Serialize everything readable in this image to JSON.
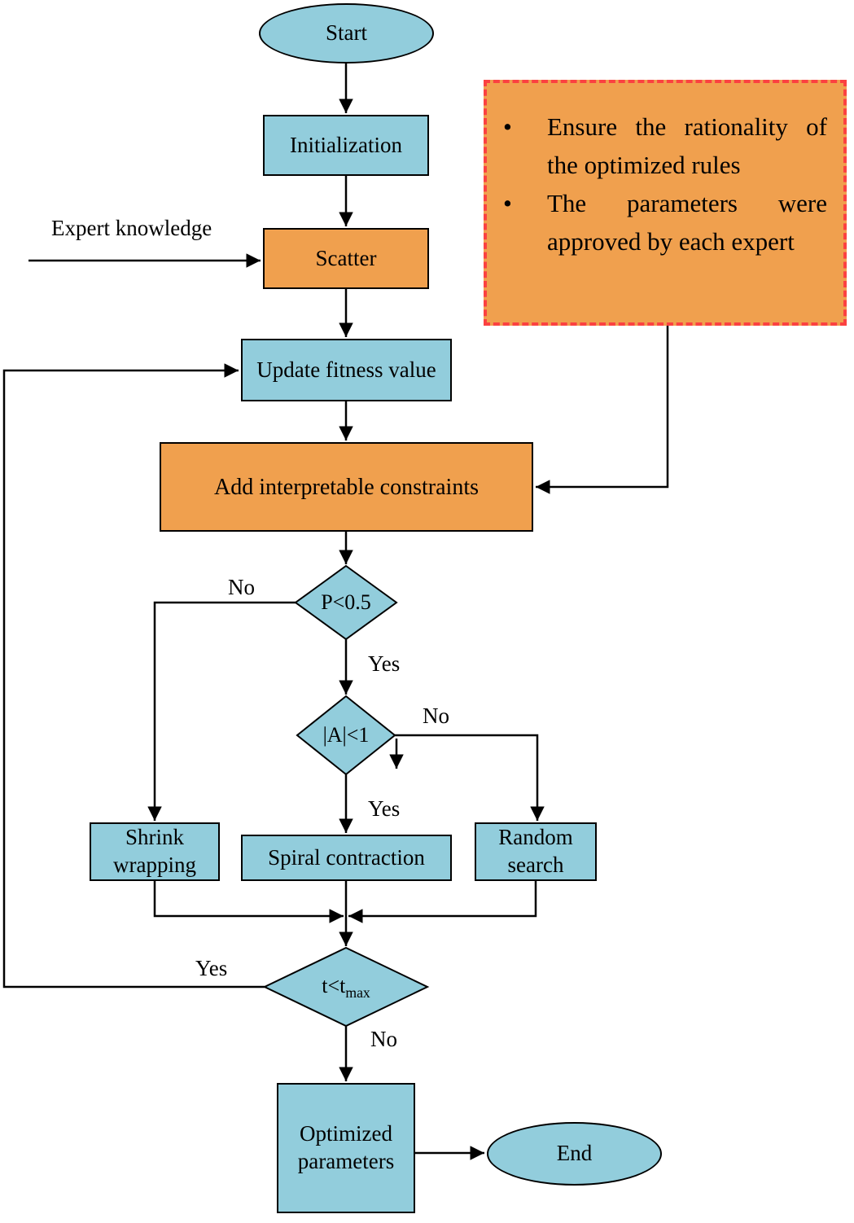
{
  "colors": {
    "node_blue": "#92CDDC",
    "node_orange": "#F0A04E",
    "note_fill": "#F0A04E",
    "note_border": "#FB4141",
    "line": "#000000"
  },
  "nodes": {
    "start": {
      "label": "Start"
    },
    "initialization": {
      "label": "Initialization"
    },
    "scatter": {
      "label": "Scatter"
    },
    "update_fitness": {
      "label": "Update fitness value"
    },
    "add_constraints": {
      "label": "Add interpretable constraints"
    },
    "decision_p": {
      "label": "P<0.5"
    },
    "decision_a": {
      "label": "|A|<1"
    },
    "shrink_wrapping": {
      "label": "Shrink wrapping"
    },
    "spiral_contraction": {
      "label": "Spiral contraction"
    },
    "random_search": {
      "label": "Random search"
    },
    "decision_t": {
      "label": "t<t",
      "sub": "max"
    },
    "optimized_parameters": {
      "label": "Optimized parameters"
    },
    "end": {
      "label": "End"
    }
  },
  "edge_labels": {
    "expert_knowledge": "Expert knowledge",
    "p_no": "No",
    "p_yes": "Yes",
    "a_no": "No",
    "a_yes": "Yes",
    "t_yes": "Yes",
    "t_no": "No"
  },
  "note": {
    "bullets": [
      "Ensure the rationality of the optimized rules",
      "The parameters were approved by each expert"
    ]
  }
}
